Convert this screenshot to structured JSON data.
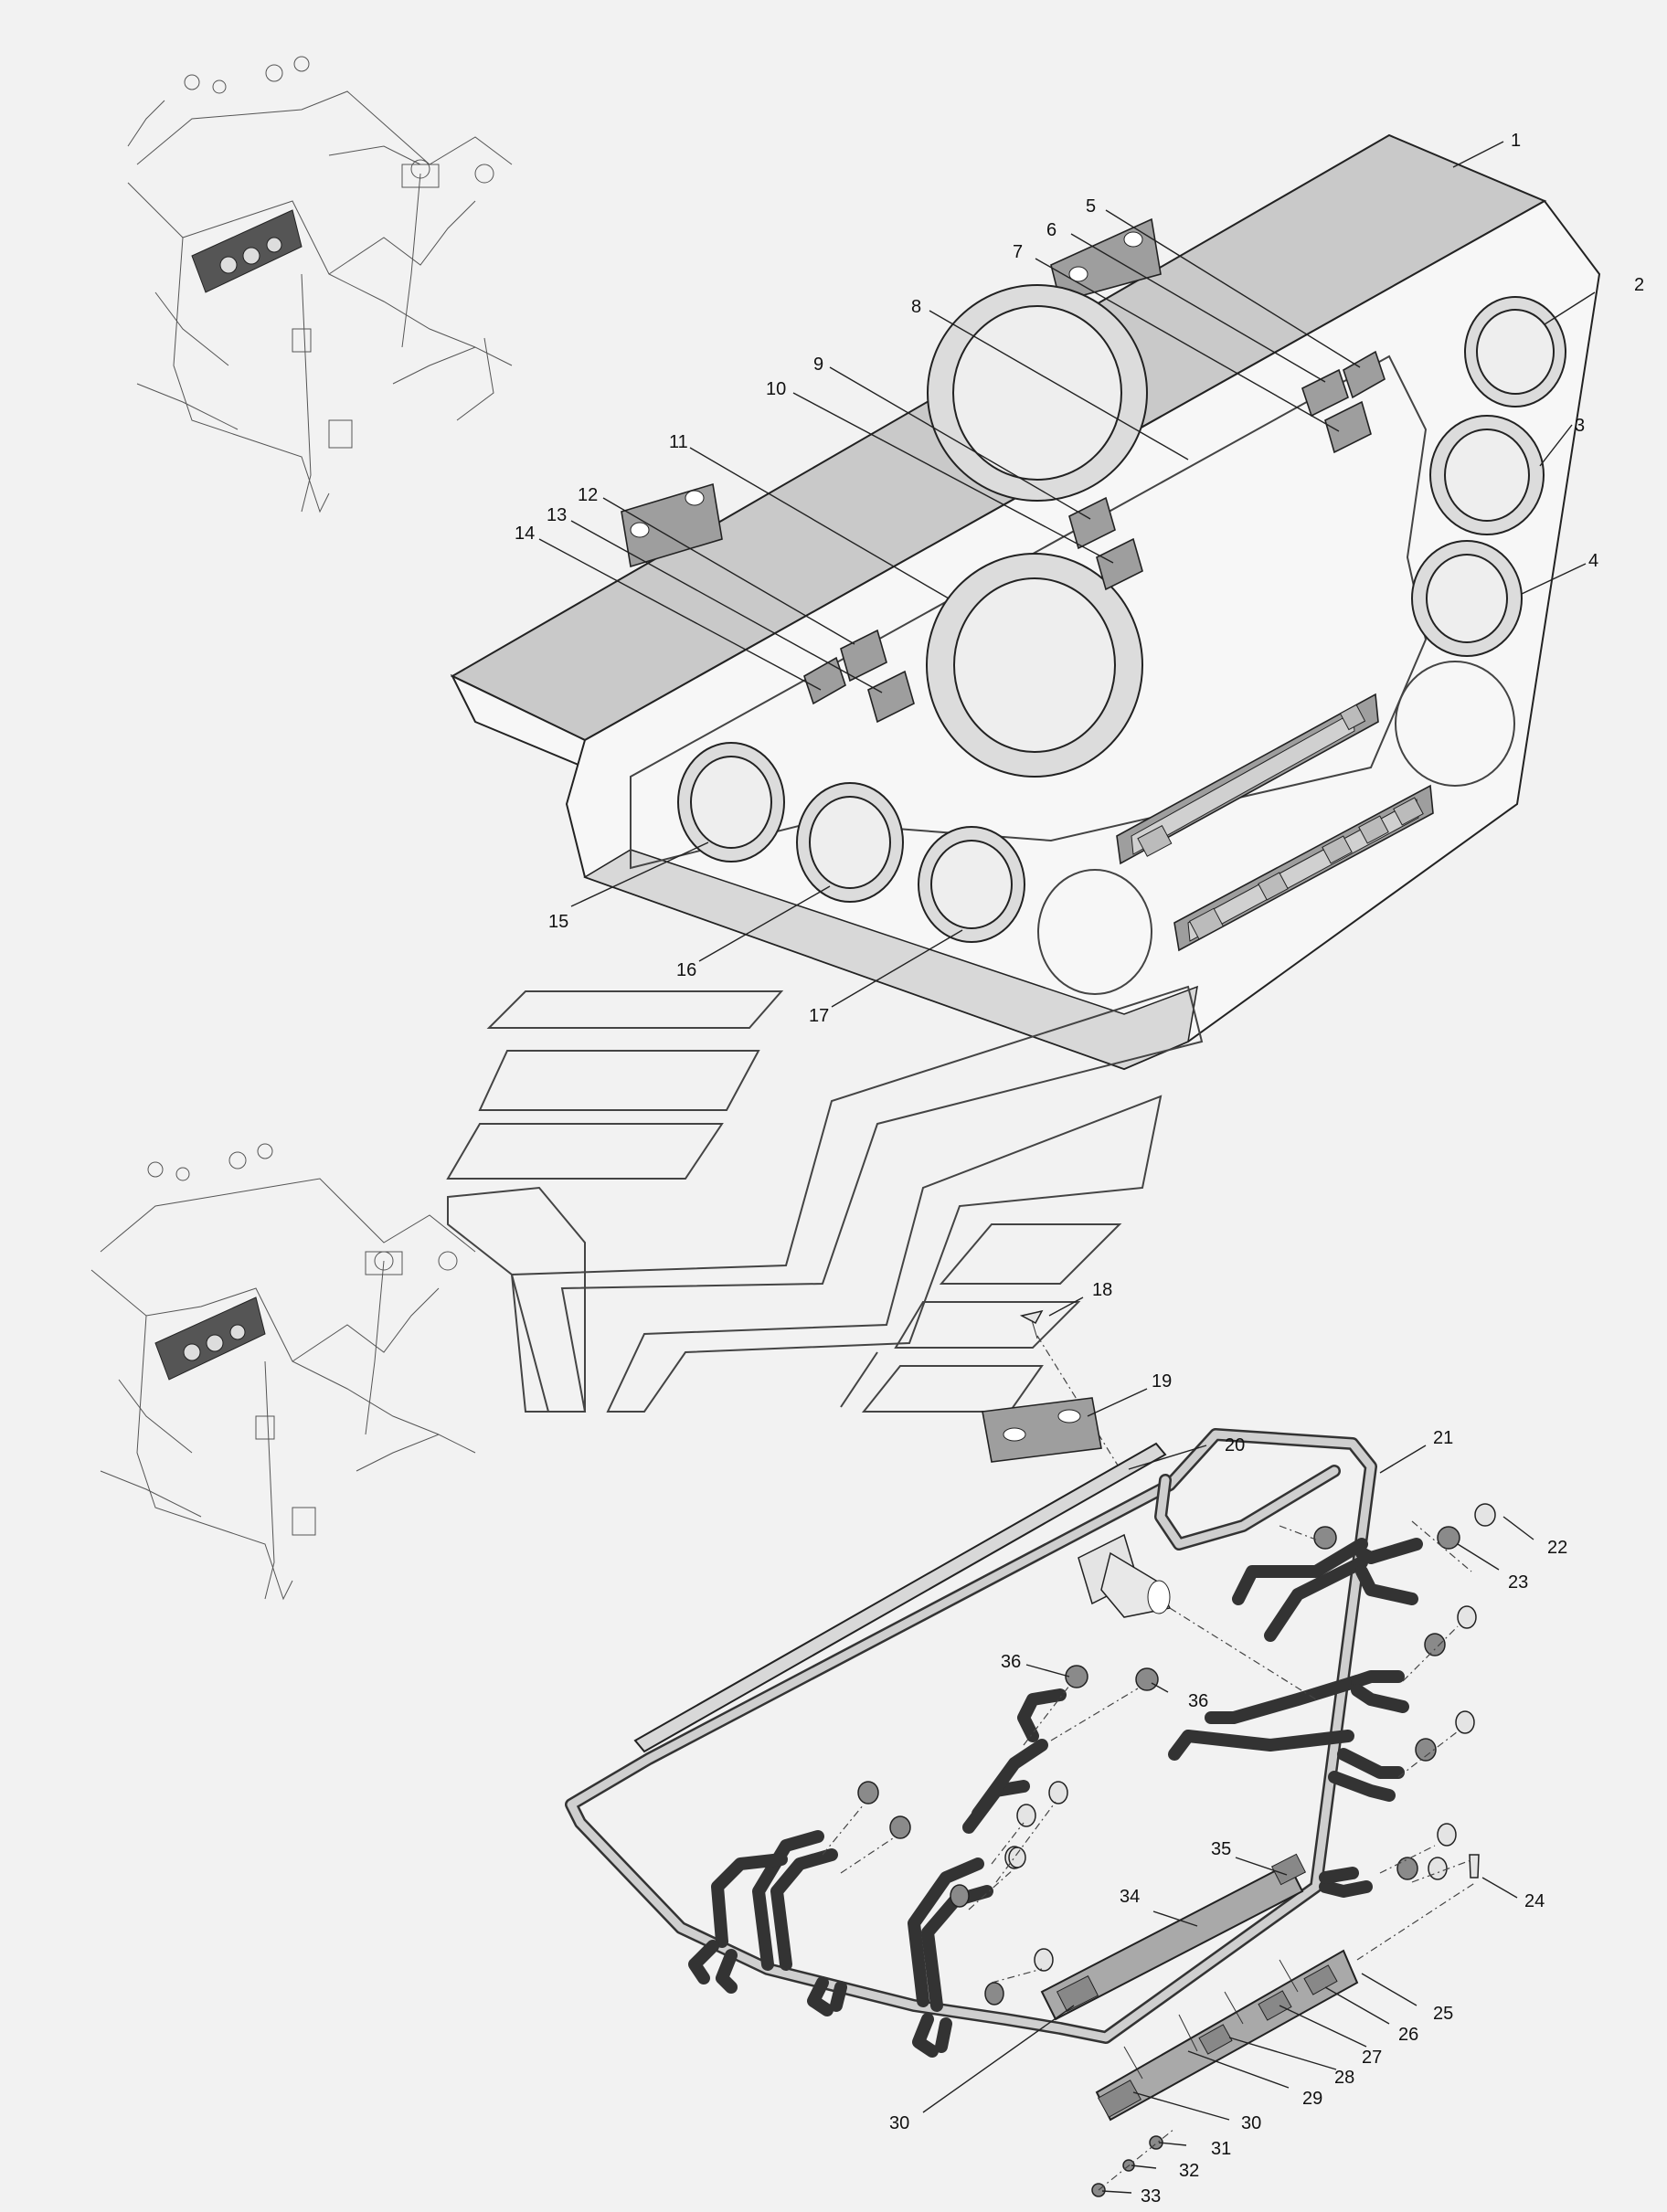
{
  "diagram": {
    "callouts": [
      {
        "id": "1",
        "label": "1"
      },
      {
        "id": "2",
        "label": "2"
      },
      {
        "id": "3",
        "label": "3"
      },
      {
        "id": "4",
        "label": "4"
      },
      {
        "id": "5",
        "label": "5"
      },
      {
        "id": "6",
        "label": "6"
      },
      {
        "id": "7",
        "label": "7"
      },
      {
        "id": "8",
        "label": "8"
      },
      {
        "id": "9",
        "label": "9"
      },
      {
        "id": "10",
        "label": "10"
      },
      {
        "id": "11",
        "label": "11"
      },
      {
        "id": "12",
        "label": "12"
      },
      {
        "id": "13",
        "label": "13"
      },
      {
        "id": "14",
        "label": "14"
      },
      {
        "id": "15",
        "label": "15"
      },
      {
        "id": "16",
        "label": "16"
      },
      {
        "id": "17",
        "label": "17"
      },
      {
        "id": "18",
        "label": "18"
      },
      {
        "id": "19",
        "label": "19"
      },
      {
        "id": "20",
        "label": "20"
      },
      {
        "id": "21",
        "label": "21"
      },
      {
        "id": "22",
        "label": "22"
      },
      {
        "id": "23",
        "label": "23"
      },
      {
        "id": "24",
        "label": "24"
      },
      {
        "id": "25",
        "label": "25"
      },
      {
        "id": "26",
        "label": "26"
      },
      {
        "id": "27",
        "label": "27"
      },
      {
        "id": "28",
        "label": "28"
      },
      {
        "id": "29",
        "label": "29"
      },
      {
        "id": "30a",
        "label": "30"
      },
      {
        "id": "30b",
        "label": "30"
      },
      {
        "id": "31",
        "label": "31"
      },
      {
        "id": "32",
        "label": "32"
      },
      {
        "id": "33",
        "label": "33"
      },
      {
        "id": "34",
        "label": "34"
      },
      {
        "id": "35",
        "label": "35"
      },
      {
        "id": "36a",
        "label": "36"
      },
      {
        "id": "36b",
        "label": "36"
      }
    ]
  }
}
